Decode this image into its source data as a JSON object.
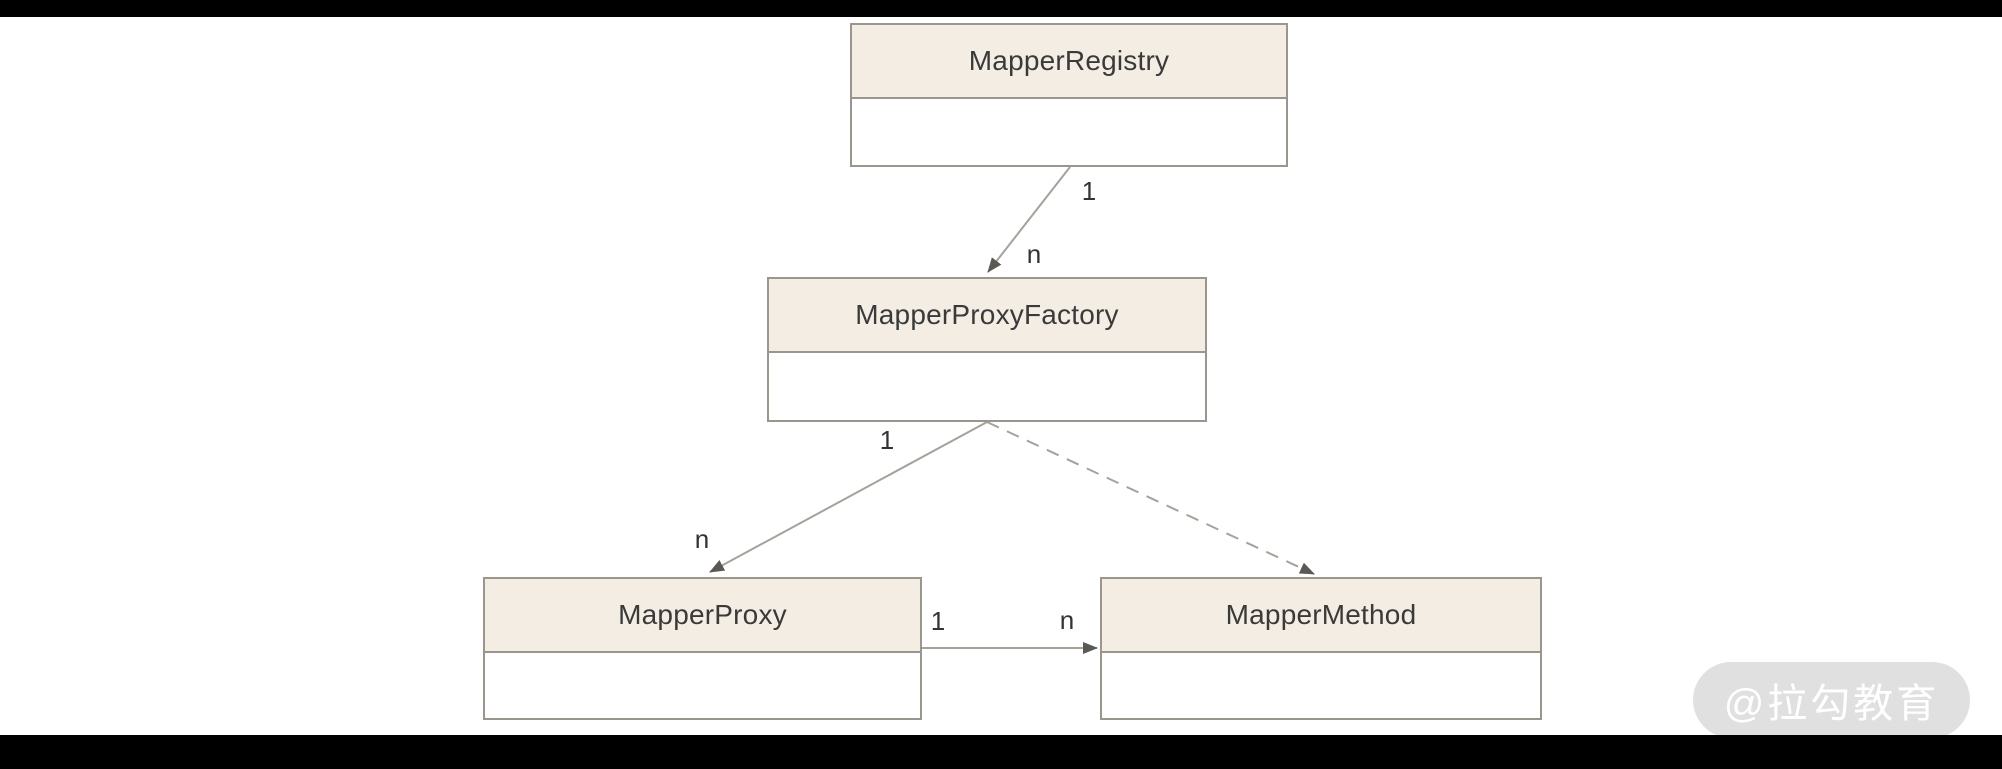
{
  "page": {
    "background": "#ffffff",
    "letterbox_color": "#000000"
  },
  "diagram": {
    "type": "uml-class-diagram",
    "classes": [
      {
        "name": "MapperRegistry"
      },
      {
        "name": "MapperProxyFactory"
      },
      {
        "name": "MapperProxy"
      },
      {
        "name": "MapperMethod"
      }
    ],
    "relations": [
      {
        "from": "MapperRegistry",
        "to": "MapperProxyFactory",
        "line": "solid",
        "from_multiplicity": "1",
        "to_multiplicity": "n"
      },
      {
        "from": "MapperProxyFactory",
        "to": "MapperProxy",
        "line": "solid",
        "from_multiplicity": "1",
        "to_multiplicity": "n"
      },
      {
        "from": "MapperProxyFactory",
        "to": "MapperMethod",
        "line": "dashed",
        "from_multiplicity": "",
        "to_multiplicity": ""
      },
      {
        "from": "MapperProxy",
        "to": "MapperMethod",
        "line": "solid",
        "from_multiplicity": "1",
        "to_multiplicity": "n"
      }
    ],
    "colors": {
      "class_header_fill": "#f4ede4",
      "class_body_fill": "#ffffff",
      "class_border": "#9a968e",
      "line": "#a5a29b",
      "arrowhead": "#5c5954",
      "text": "#3a3a3a"
    }
  },
  "watermark": {
    "text": "@拉勾教育",
    "background": "#e0e0e0",
    "text_color": "#ffffff"
  }
}
